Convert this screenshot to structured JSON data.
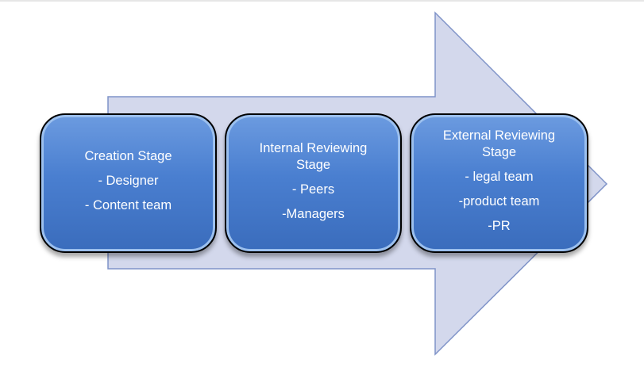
{
  "diagram": {
    "stages": [
      {
        "title": "Creation Stage",
        "items": [
          "- Designer",
          "- Content team"
        ]
      },
      {
        "title": "Internal Reviewing Stage",
        "items": [
          "- Peers",
          "-Managers"
        ]
      },
      {
        "title": "External Reviewing Stage",
        "items": [
          "- legal team",
          "-product team",
          "-PR"
        ]
      }
    ],
    "colors": {
      "arrow_fill": "#d3d8ec",
      "arrow_stroke": "#7f93c8",
      "box_fill": "#4a7fd0",
      "box_border": "#000000",
      "text": "#ffffff"
    }
  }
}
